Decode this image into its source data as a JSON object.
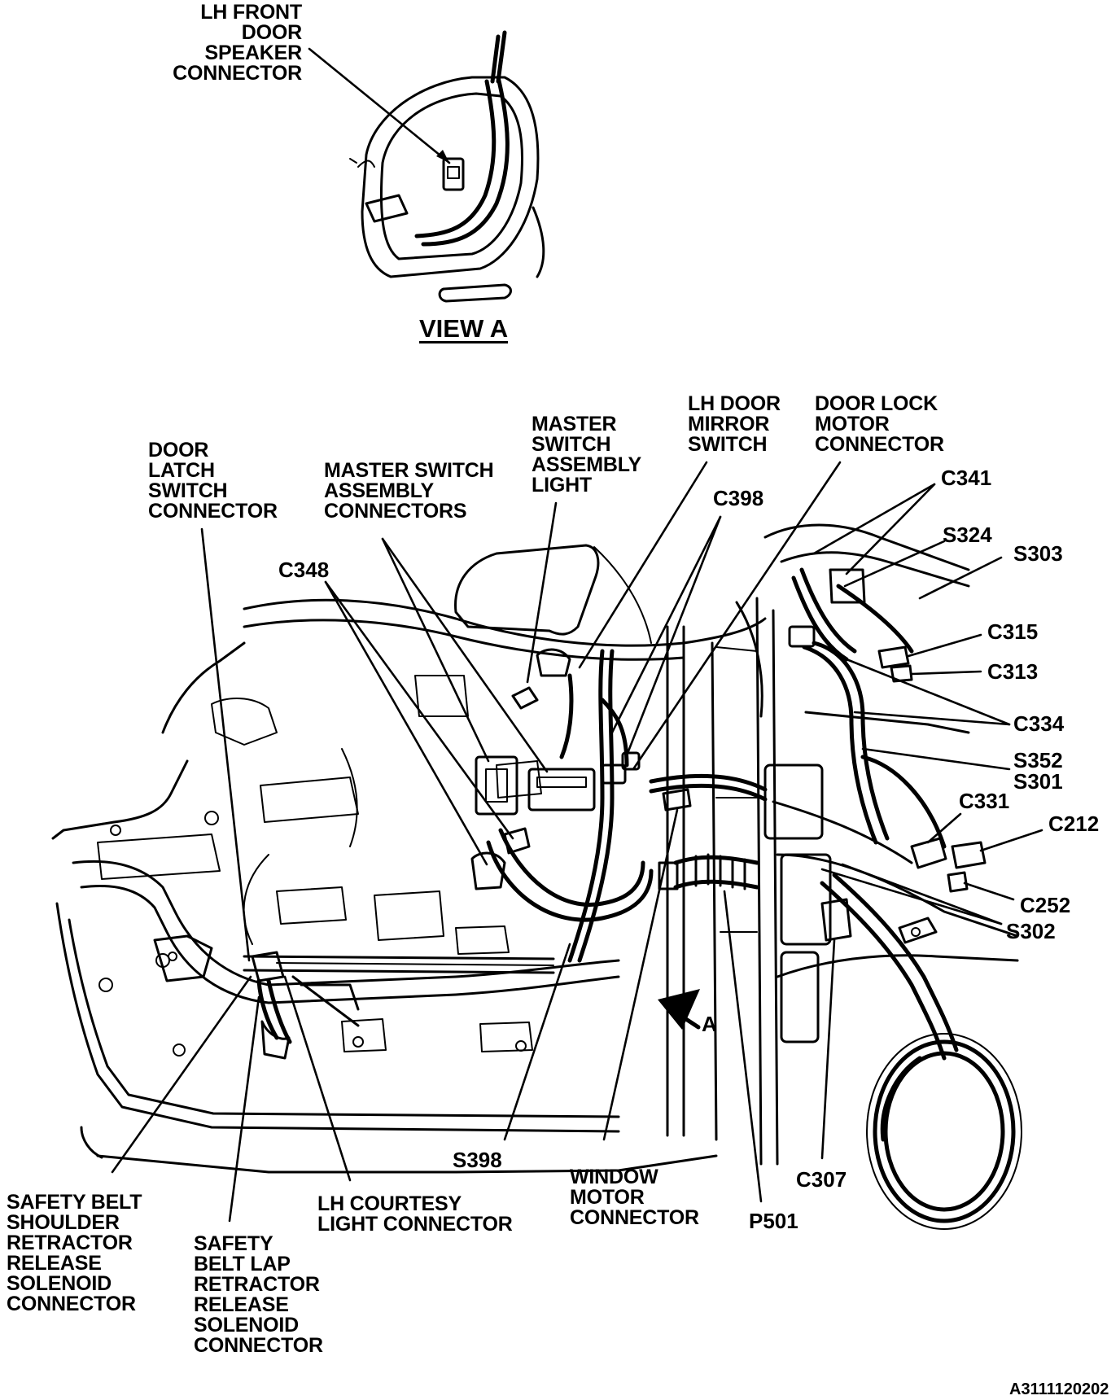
{
  "view_a": {
    "title": "VIEW A",
    "speaker_connector_label": "LH FRONT\nDOOR\nSPEAKER\nCONNECTOR"
  },
  "labels": {
    "door_latch_switch": "DOOR\nLATCH\nSWITCH\nCONNECTOR",
    "master_switch_connectors": "MASTER SWITCH\nASSEMBLY\nCONNECTORS",
    "master_switch_light": "MASTER\nSWITCH\nASSEMBLY\nLIGHT",
    "mirror_switch": "LH DOOR\nMIRROR\nSWITCH",
    "door_lock_motor": "DOOR LOCK\nMOTOR\nCONNECTOR",
    "c348": "C348",
    "c398": "C398",
    "c341": "C341",
    "s324": "S324",
    "s303": "S303",
    "c315": "C315",
    "c313": "C313",
    "c334": "C334",
    "s352_s301": "S352\nS301",
    "c331": "C331",
    "c212": "C212",
    "c252": "C252",
    "s302": "S302",
    "s398": "S398",
    "window_motor": "WINDOW\nMOTOR\nCONNECTOR",
    "p501": "P501",
    "c307": "C307",
    "courtesy_light": "LH COURTESY\nLIGHT CONNECTOR",
    "shoulder_solenoid": "SAFETY BELT\nSHOULDER\nRETRACTOR\nRELEASE\nSOLENOID\nCONNECTOR",
    "lap_solenoid": "SAFETY\nBELT LAP\nRETRACTOR\nRELEASE\nSOLENOID\nCONNECTOR",
    "view_arrow": "A"
  },
  "figure_code": "A3111120202"
}
